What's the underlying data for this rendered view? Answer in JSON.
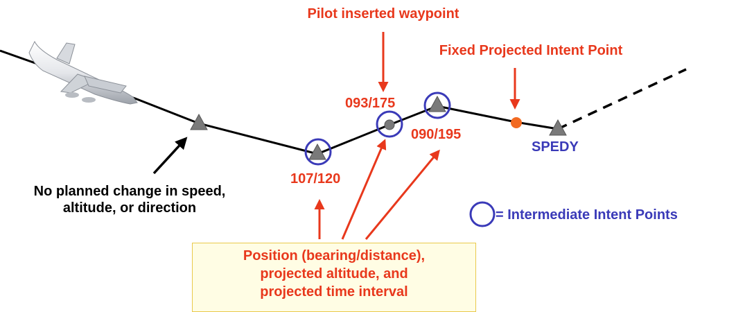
{
  "labels": {
    "pilot_inserted_waypoint": "Pilot inserted waypoint",
    "fixed_projected_intent_point": "Fixed Projected Intent Point",
    "wp_093_175": "093/175",
    "wp_090_195": "090/195",
    "wp_107_120": "107/120",
    "spedy": "SPEDY",
    "no_planned_change_line1": "No planned change in speed,",
    "no_planned_change_line2": "altitude, or direction",
    "legend_intermediate": "= Intermediate Intent Points"
  },
  "callout": {
    "line1": "Position (bearing/distance),",
    "line2": "projected altitude, and",
    "line3": "projected time interval"
  },
  "colors": {
    "annotation_red": "#e8381c",
    "intent_blue": "#3a3ab8",
    "waypoint_gray": "#7a7a7a",
    "fixed_point_orange": "#f26a21",
    "callout_border": "#e9c94a",
    "callout_fill": "#fffde4"
  },
  "icons": {
    "aircraft": "airplane-icon",
    "waypoint": "triangle-waypoint-icon",
    "pilot_waypoint": "circle-waypoint-icon",
    "fixed_point": "orange-dot-icon"
  }
}
